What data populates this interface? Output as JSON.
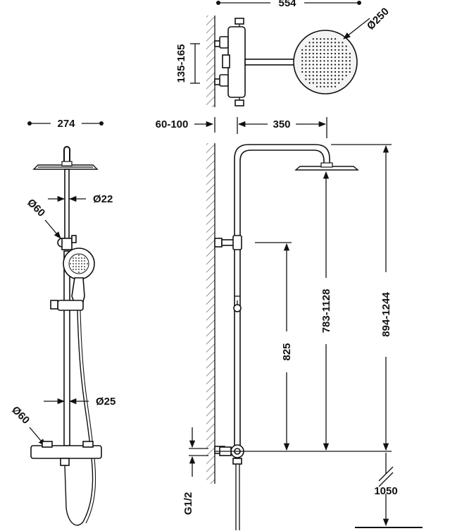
{
  "top_view": {
    "width_label": "554",
    "head_diameter_label": "Ø250",
    "inlet_spacing_label": "135-165"
  },
  "front_view": {
    "width_label": "274",
    "bar_diameter_top_label": "Ø22",
    "slider_diameter_label": "Ø60",
    "bar_diameter_bottom_label": "Ø25",
    "flange_diameter_label": "Ø60"
  },
  "side_view": {
    "wall_distance_label": "60-100",
    "arm_reach_label": "350",
    "handshower_height_label": "825",
    "head_height_adjust_label": "783-1128",
    "overall_height_label": "894-1244",
    "inlet_thread_label": "G1/2",
    "floor_height_label": "1050"
  },
  "colors": {
    "line": "#111111",
    "background": "#ffffff",
    "hatch": "#555555"
  }
}
